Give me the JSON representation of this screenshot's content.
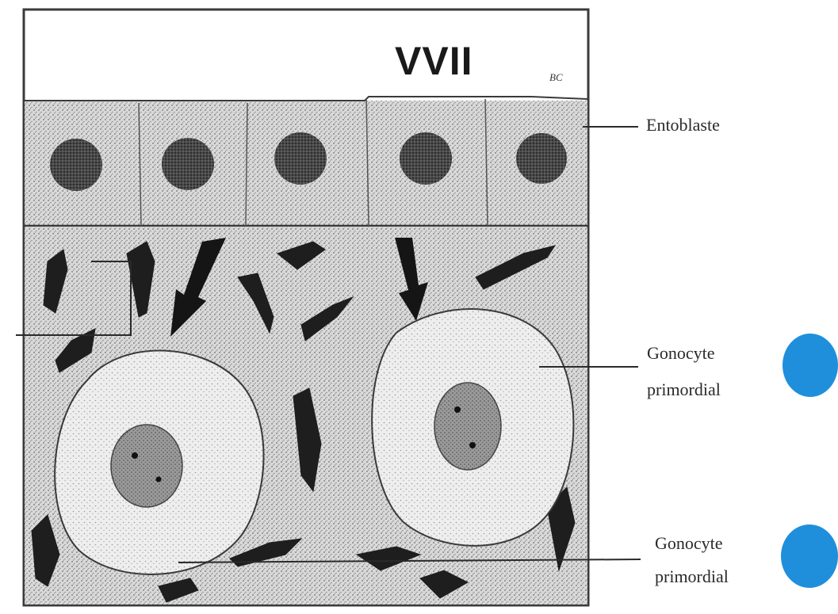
{
  "figure": {
    "title": "VVII",
    "corner_mark": "BC",
    "labels": {
      "entoblaste": "Entoblaste",
      "gonocyte_1_line1": "Gonocyte",
      "gonocyte_1_line2": "primordial",
      "gonocyte_2_line1": "Gonocyte",
      "gonocyte_2_line2": "primordial"
    },
    "colors": {
      "marker": "#1f8fdc",
      "frame": "#3a3a3a",
      "tissue": "#cfcfcf",
      "nucleus": "#555555"
    },
    "markers": [
      "blue-dot",
      "blue-dot"
    ]
  }
}
